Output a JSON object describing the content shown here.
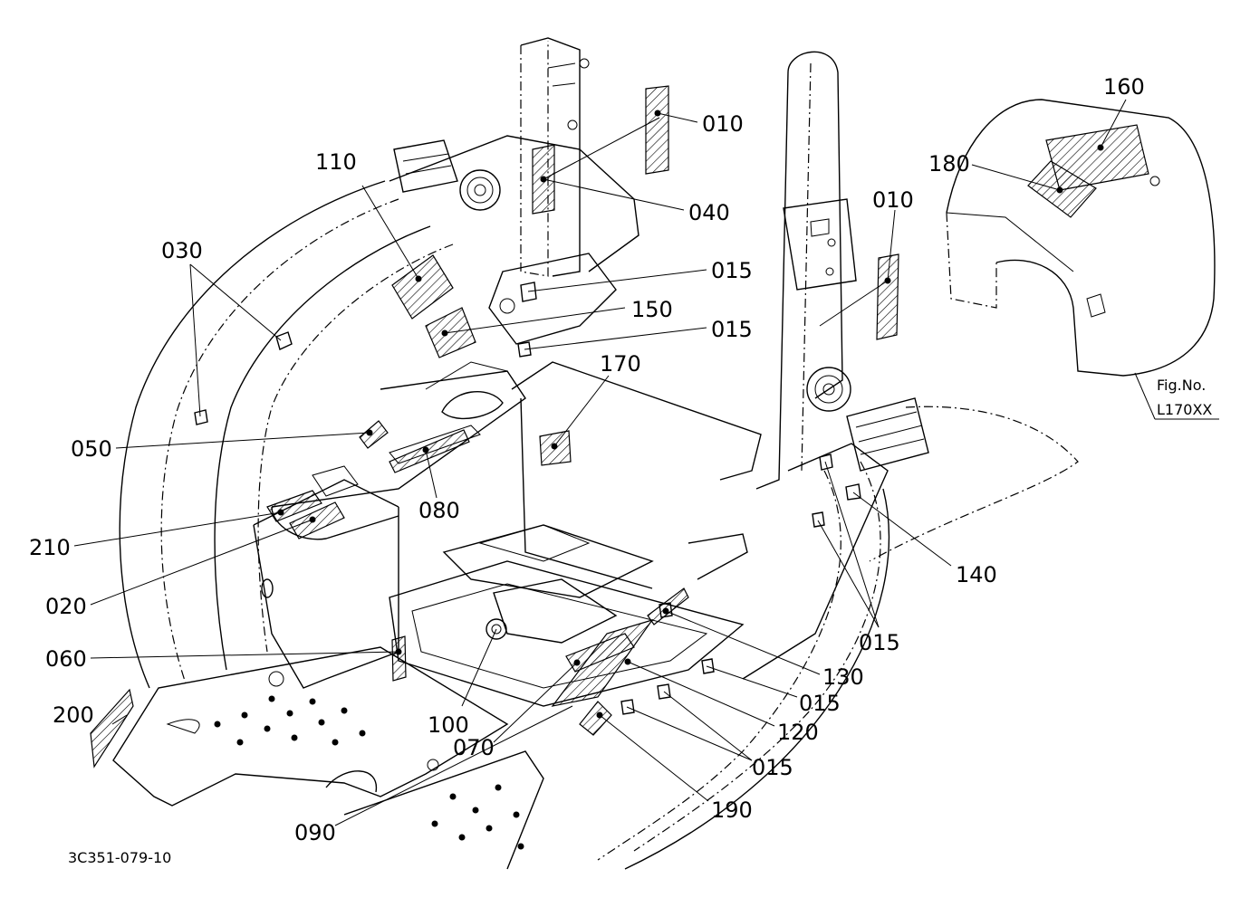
{
  "diagram": {
    "figure_ref": {
      "line1": "Fig.No.",
      "line2": "L170XX"
    },
    "drawing_number": "3C351-079-10",
    "callouts": {
      "c010a": "010",
      "c040": "040",
      "c110": "110",
      "c030": "030",
      "c015a": "015",
      "c150": "150",
      "c015b": "015",
      "c010b": "010",
      "c160": "160",
      "c180": "180",
      "c170": "170",
      "c050": "050",
      "c080": "080",
      "c210": "210",
      "c020": "020",
      "c140": "140",
      "c015c": "015",
      "c060": "060",
      "c130": "130",
      "c015d": "015",
      "c200": "200",
      "c100": "100",
      "c120": "120",
      "c070": "070",
      "c015e": "015",
      "c190": "190",
      "c090": "090"
    }
  }
}
